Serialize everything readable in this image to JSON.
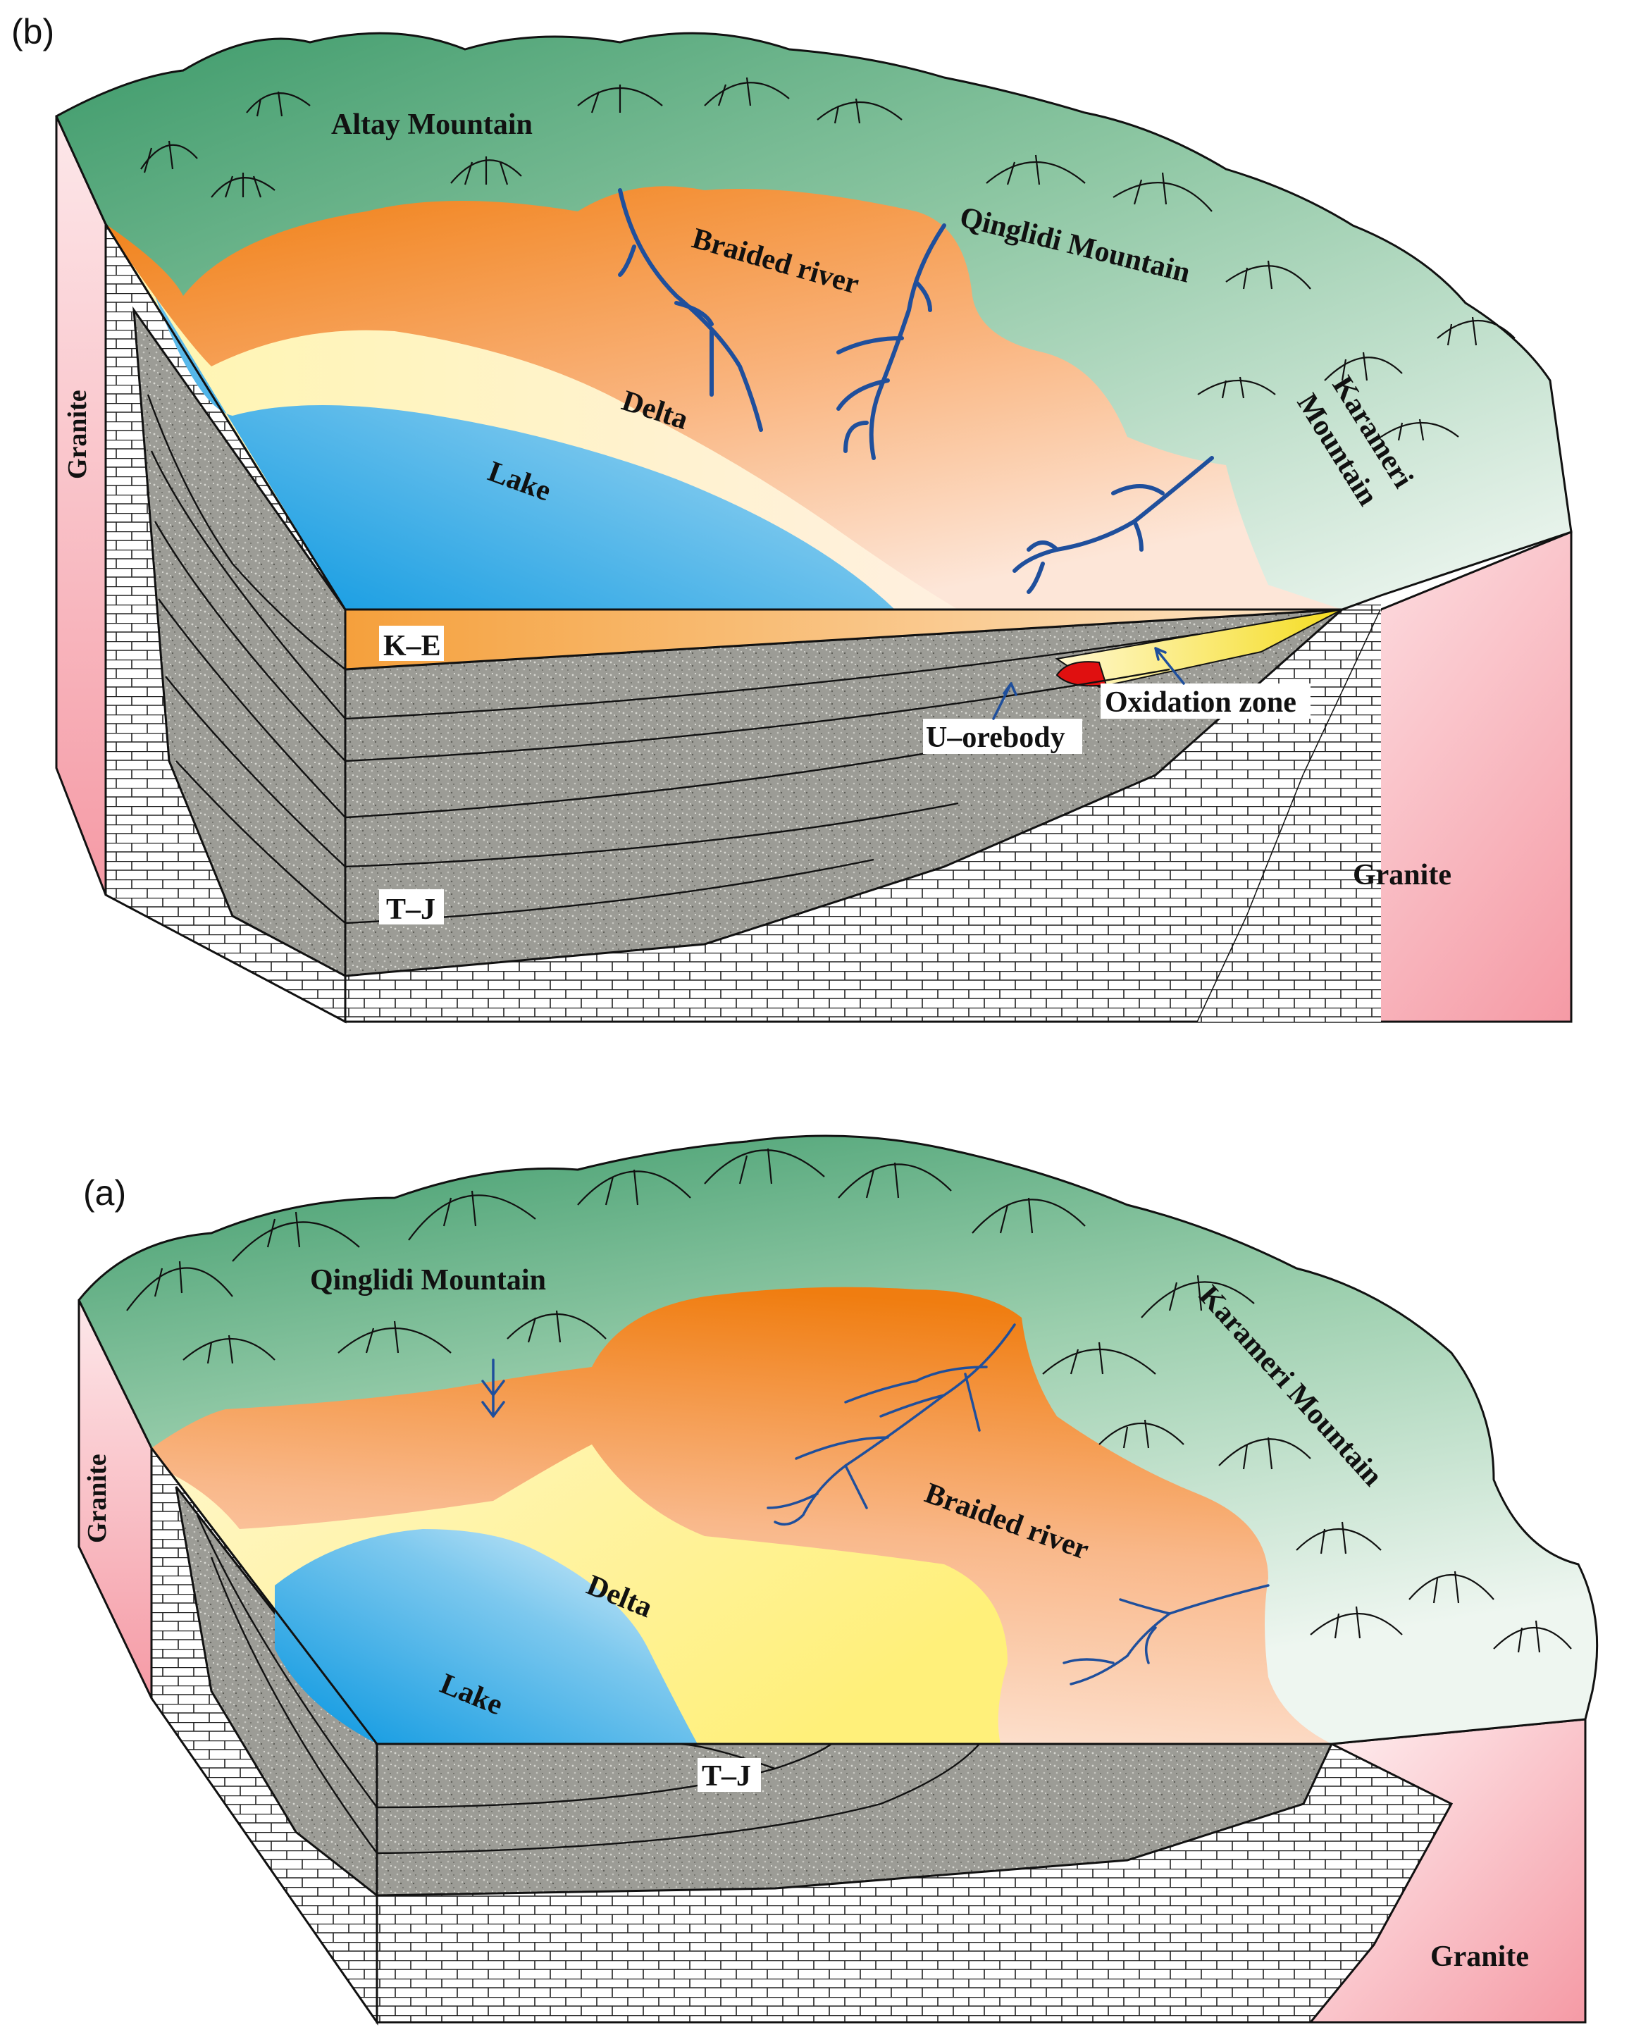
{
  "figure": {
    "panel_b": {
      "panel_label": "(b)",
      "labels": {
        "altay": "Altay Mountain",
        "qinglidi": "Qinglidi Mountain",
        "karameri_1": "Karameri",
        "karameri_2": "Mountain",
        "braided_river": "Braided river",
        "delta": "Delta",
        "lake": "Lake",
        "granite_left": "Granite",
        "granite_right": "Granite",
        "ke": "K–E",
        "tj": "T–J",
        "u_orebody": "U–orebody",
        "oxidation_zone": "Oxidation zone"
      }
    },
    "panel_a": {
      "panel_label": "(a)",
      "labels": {
        "qinglidi": "Qinglidi Mountain",
        "karameri": "Karameri Mountain",
        "braided_river": "Braided river",
        "delta": "Delta",
        "lake": "Lake",
        "granite_left": "Granite",
        "granite_right": "Granite",
        "tj": "T–J"
      }
    },
    "colors": {
      "mountain_green": "#3d9a6a",
      "mountain_light": "#e8f3ec",
      "braided_orange": "#f08a1e",
      "delta_yellow": "#fff2a0",
      "lake_blue": "#0a9be0",
      "granite_pink": "#f5a4ad",
      "sediment_gray": "#9a9a94",
      "river_blue": "#1f4f9c",
      "orebody_red": "#e01010"
    }
  }
}
